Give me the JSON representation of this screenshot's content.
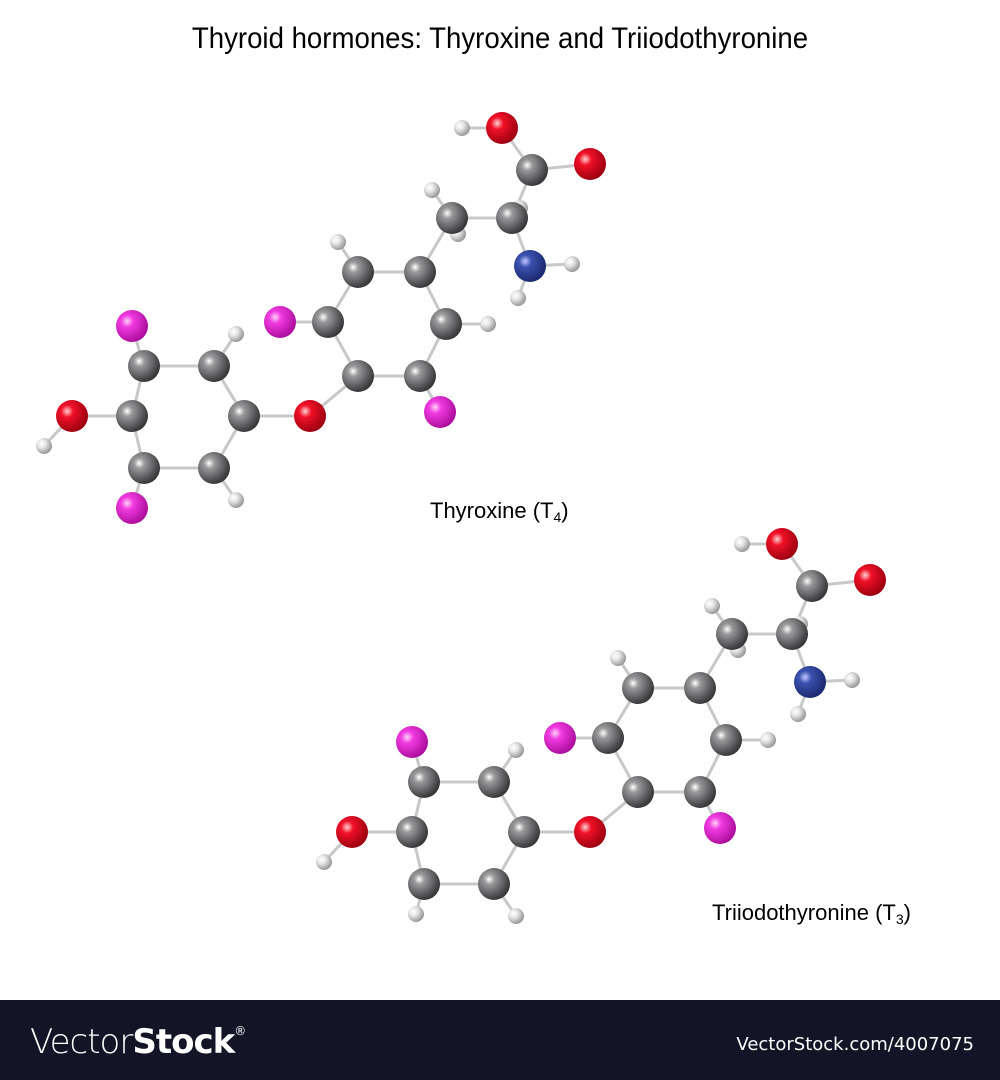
{
  "title": "Thyroid hormones: Thyroxine and Triiodothyronine",
  "molecules": [
    {
      "name": "Thyroxine",
      "abbr": "T",
      "sub": "4",
      "paren_open": "(",
      "paren_close": ")"
    },
    {
      "name": "Triiodothyronine",
      "abbr": "T",
      "sub": "3",
      "paren_open": "(",
      "paren_close": ")"
    }
  ],
  "legend_colors": {
    "carbon": "#6e6e70",
    "oxygen": "#f0102a",
    "nitrogen": "#3a52b0",
    "iodine": "#f03ae0",
    "hydrogen": "#e6e6e6"
  },
  "footer": {
    "brand_thin": "Vector",
    "brand_bold": "Stock",
    "brand_mark": "®",
    "url": "VectorStock.com/4007075"
  }
}
